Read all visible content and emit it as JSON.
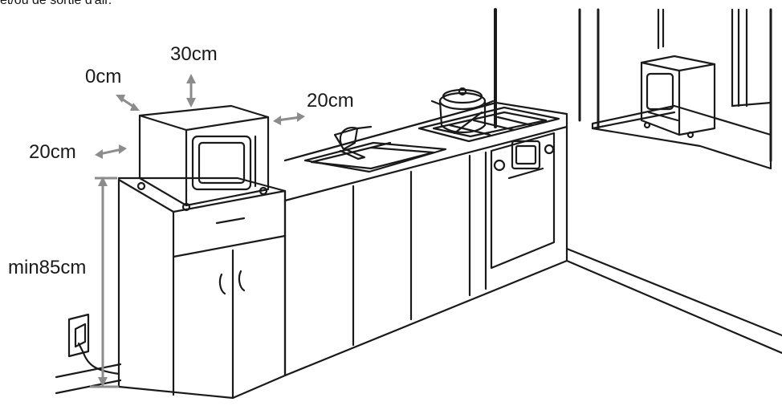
{
  "caption": "et/ou de sortie d'air.",
  "labels": {
    "left_gap": "0cm",
    "top_gap": "30cm",
    "right_gap": "20cm",
    "side_gap": "20cm",
    "height": "min85cm"
  },
  "colors": {
    "line": "#1a1a1a",
    "arrow": "#8c8c8c",
    "background": "#ffffff"
  },
  "icons": [
    "microwave-icon",
    "sink-icon",
    "stove-icon",
    "pot-icon",
    "wall-socket-icon",
    "small-oven-icon"
  ]
}
